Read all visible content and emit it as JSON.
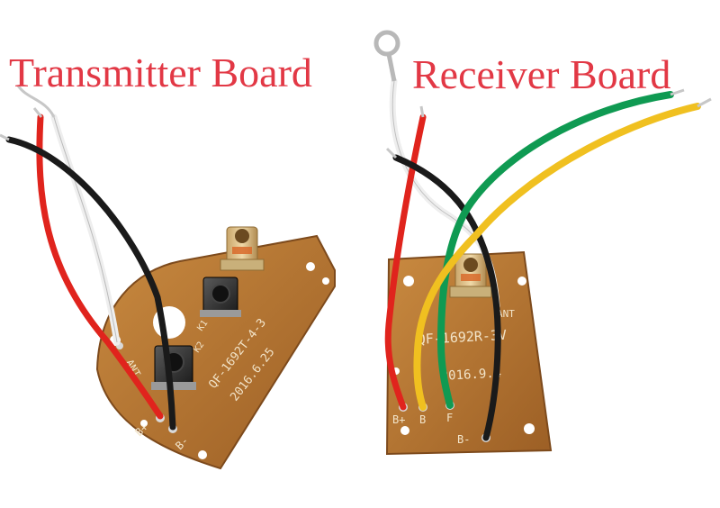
{
  "labels": {
    "transmitter": "Transmitter Board",
    "receiver": "Receiver Board",
    "color": "#e23845"
  },
  "transmitter_board": {
    "model": "QF-1692T-4-3",
    "date": "2016.6.25",
    "pins": {
      "ant": "ANT",
      "b_plus": "B+",
      "b_minus": "B-"
    },
    "buttons": {
      "k1": "K1",
      "k2": "K2"
    }
  },
  "receiver_board": {
    "model": "QF-1692R-3V",
    "date": "2016.9.4",
    "pins": {
      "ant": "ANT",
      "b_plus": "B+",
      "b": "B",
      "f": "F",
      "b_minus": "B-"
    }
  },
  "colors": {
    "pcb": "#b8742f",
    "pcb_dark": "#8e5521",
    "wire_red": "#e0241d",
    "wire_black": "#1a1a1a",
    "wire_white": "#e8e8e8",
    "wire_green": "#0f9a52",
    "wire_yellow": "#f0c020"
  }
}
